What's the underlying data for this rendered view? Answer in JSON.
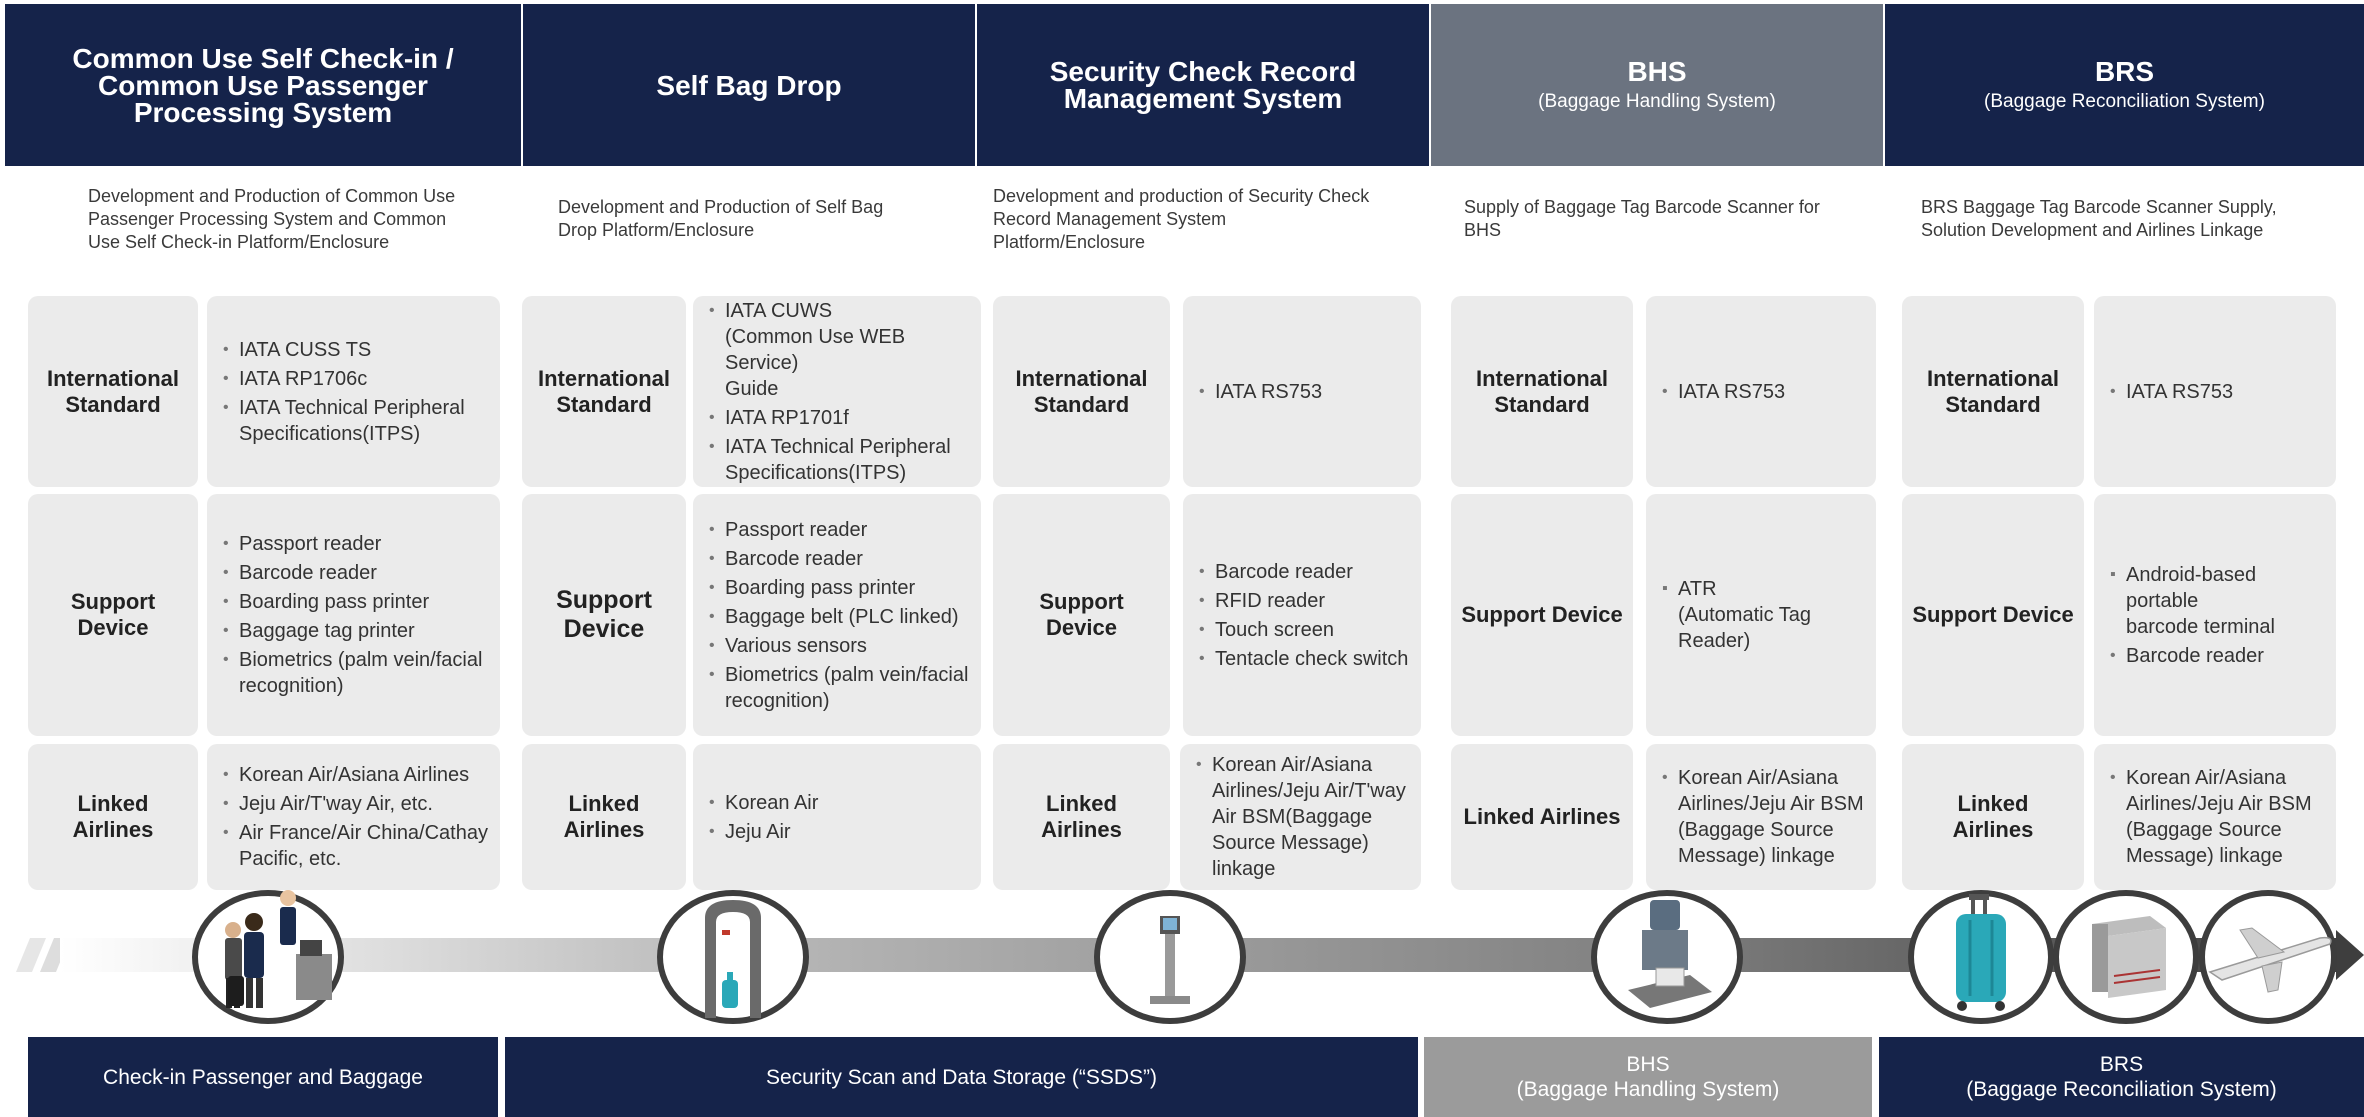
{
  "columns": [
    {
      "title": "Common Use Self Check-in /\nCommon Use Passenger\nProcessing System",
      "subtitle": "",
      "description": "Development and Production of Common Use\nPassenger Processing System and Common\nUse Self Check-in Platform/Enclosure",
      "standard_label": "International\nStandard",
      "standards": [
        "IATA CUSS TS",
        "IATA RP1706c",
        "IATA Technical Peripheral\nSpecifications(ITPS)"
      ],
      "device_label": "Support\nDevice",
      "devices": [
        "Passport reader",
        "Barcode reader",
        "Boarding pass printer",
        "Baggage tag printer",
        "Biometrics (palm vein/facial\nrecognition)"
      ],
      "airline_label": "Linked\nAirlines",
      "airlines": [
        "Korean Air/Asiana Airlines",
        "Jeju Air/T'way Air, etc.",
        "Air France/Air China/Cathay\nPacific, etc."
      ]
    },
    {
      "title": "Self Bag Drop",
      "subtitle": "",
      "description": "Development and Production of Self Bag\nDrop Platform/Enclosure",
      "standard_label": "International\nStandard",
      "standards": [
        "IATA CUWS\n(Common Use WEB Service)\nGuide",
        "IATA RP1701f",
        "IATA Technical Peripheral\nSpecifications(ITPS)"
      ],
      "device_label": "Support\nDevice",
      "devices": [
        "Passport reader",
        "Barcode reader",
        "Boarding pass printer",
        "Baggage belt (PLC linked)",
        "Various sensors",
        "Biometrics (palm vein/facial\nrecognition)"
      ],
      "airline_label": "Linked\nAirlines",
      "airlines": [
        "Korean Air",
        "Jeju Air"
      ]
    },
    {
      "title": "Security Check Record\nManagement System",
      "subtitle": "",
      "description": "Development and production of Security Check\nRecord Management System\nPlatform/Enclosure",
      "standard_label": "International\nStandard",
      "standards": [
        "IATA RS753"
      ],
      "device_label": "Support\nDevice",
      "devices": [
        "Barcode reader",
        "RFID reader",
        "Touch screen",
        "Tentacle check switch"
      ],
      "airline_label": "Linked\nAirlines",
      "airlines": [
        "Korean Air/Asiana\nAirlines/Jeju Air/T'way\nAir  BSM(Baggage\nSource Message)\nlinkage"
      ]
    },
    {
      "title": "BHS",
      "subtitle": "(Baggage Handling System)",
      "description": "Supply of Baggage Tag Barcode Scanner for\nBHS",
      "standard_label": "International\nStandard",
      "standards": [
        "IATA RS753"
      ],
      "device_label": "Support Device",
      "devices": [
        "ATR\n(Automatic Tag\nReader)"
      ],
      "airline_label": "Linked Airlines",
      "airlines": [
        "Korean Air/Asiana\nAirlines/Jeju Air BSM\n(Baggage Source\nMessage) linkage"
      ]
    },
    {
      "title": "BRS",
      "subtitle": "(Baggage Reconciliation System)",
      "description": "BRS Baggage Tag Barcode Scanner Supply,\nSolution Development and Airlines Linkage",
      "standard_label": "International\nStandard",
      "standards": [
        "IATA RS753"
      ],
      "device_label": "Support Device",
      "devices": [
        "Android-based portable\nbarcode terminal",
        "Barcode reader"
      ],
      "airline_label": "Linked\nAirlines",
      "airlines": [
        "Korean Air/Asiana\nAirlines/Jeju Air BSM\n(Baggage Source\nMessage) linkage"
      ]
    }
  ],
  "bottom_bands": [
    {
      "label": "Check-in Passenger and Baggage"
    },
    {
      "label": "Security Scan and Data Storage (“SSDS”)"
    },
    {
      "label": "BHS\n(Baggage Handling System)"
    },
    {
      "label": "BRS\n(Baggage Reconciliation System)"
    }
  ],
  "flow_icons": [
    "check-in-staff-icon",
    "security-gate-icon",
    "kiosk-icon",
    "bhs-scanner-icon",
    "suitcase-icon",
    "baggage-container-icon",
    "airplane-icon"
  ],
  "colors": {
    "navy": "#15234a",
    "gray_header": "#6b7380",
    "gray_band": "#9b9b9b",
    "box_bg": "#ebebeb",
    "arrow_dark": "#4a4a4a"
  }
}
